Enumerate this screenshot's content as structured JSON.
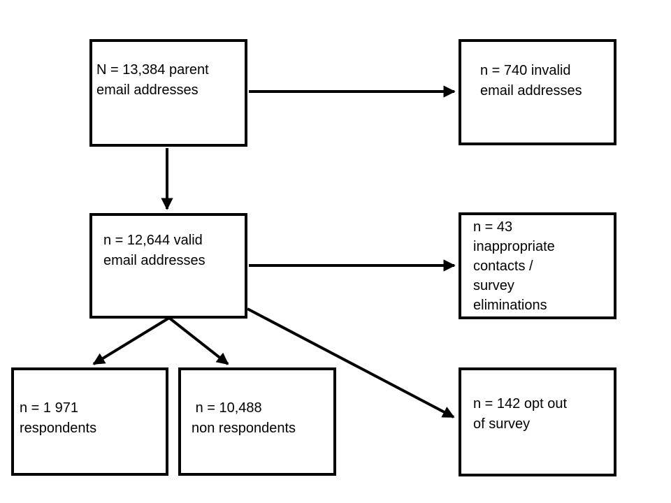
{
  "colors": {
    "background": "#ffffff",
    "box_border": "#000000",
    "box_fill": "#ffffff",
    "arrow": "#000000",
    "text": "#000000"
  },
  "boxes": {
    "parent_email_addresses": {
      "text": "N = 13,384 parent\nemail addresses"
    },
    "invalid_email_addresses": {
      "text": "n = 740 invalid\nemail addresses"
    },
    "valid_email_addresses": {
      "text": "n = 12,644 valid\nemail addresses"
    },
    "inappropriate_contacts": {
      "text": "n = 43\ninappropriate\ncontacts /\nsurvey\neliminations"
    },
    "respondents": {
      "text": "n = 1 971\nrespondents"
    },
    "non_respondents": {
      "text": " n = 10,488\nnon respondents"
    },
    "opt_out": {
      "text": "n = 142 opt out\nof survey"
    }
  },
  "arrows": [
    {
      "from": "parent_email_addresses",
      "to": "invalid_email_addresses"
    },
    {
      "from": "parent_email_addresses",
      "to": "valid_email_addresses"
    },
    {
      "from": "valid_email_addresses",
      "to": "inappropriate_contacts"
    },
    {
      "from": "valid_email_addresses",
      "to": "respondents"
    },
    {
      "from": "valid_email_addresses",
      "to": "non_respondents"
    },
    {
      "from": "valid_email_addresses",
      "to": "opt_out"
    }
  ]
}
